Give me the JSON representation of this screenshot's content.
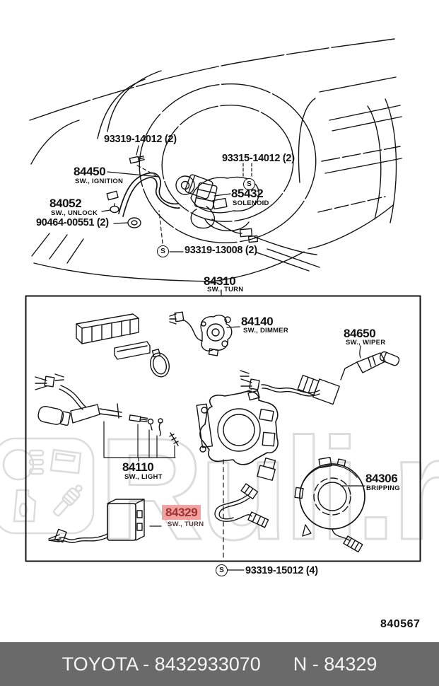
{
  "symbols": {
    "s": "S"
  },
  "watermark": {
    "text": "Ruli.ru"
  },
  "page_code": "840567",
  "footer": {
    "brand_part": "TOYOTA - 8432933070",
    "ref": "N - 84329"
  },
  "labels": {
    "bolt_top": "93319-14012 (2)",
    "ignition": {
      "num": "84450",
      "caption": "SW., IGNITION"
    },
    "screw_top_right": "93315-14012 (2)",
    "solenoid": {
      "num": "85432",
      "caption": "SOLENOID"
    },
    "unlock": {
      "num": "84052",
      "caption": "SW., UNLOCK"
    },
    "grommet": "90464-00551 (2)",
    "screw_mid": "93319-13008 (2)",
    "turn_assy": {
      "num": "84310",
      "caption": "SW., TURN"
    },
    "dimmer": {
      "num": "84140",
      "caption": "SW., DIMMER"
    },
    "wiper": {
      "num": "84650",
      "caption": "SW., WIPER"
    },
    "light": {
      "num": "84110",
      "caption": "SW., LIGHT"
    },
    "turn_sw": {
      "num": "84329",
      "caption": "SW., TURN"
    },
    "spiral": {
      "num": "84306",
      "caption": "BRIPPING"
    },
    "screw_bottom": "93319-15012 (4)"
  },
  "colors": {
    "highlight_bg": "#f2a1a1",
    "highlight_text": "#9e2f2f",
    "footer_bg": "#6a6a6a",
    "footer_text": "#f5f5f5",
    "line": "#141414",
    "watermark": "#dcdcdc"
  }
}
